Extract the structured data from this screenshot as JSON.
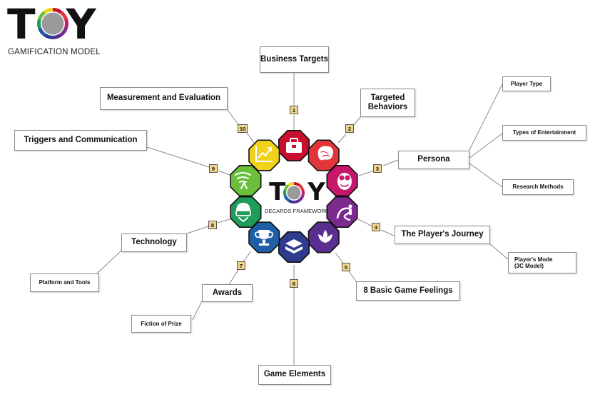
{
  "logo": {
    "letter_t": "T",
    "letter_y": "Y",
    "subtitle": "GAMIFICATION MODEL"
  },
  "center": {
    "letter_t": "T",
    "letter_y": "Y",
    "subtitle": "DECARDS FRAMEWORK"
  },
  "segments": [
    {
      "number": "1",
      "label": "Business Targets",
      "color": "#c8102e",
      "icon": "briefcase-icon"
    },
    {
      "number": "2",
      "label": "Targeted Behaviors",
      "color": "#e2343b",
      "icon": "brain-icon"
    },
    {
      "number": "3",
      "label": "Persona",
      "color": "#c6176a",
      "icon": "persona-face-icon"
    },
    {
      "number": "4",
      "label": "The Player's Journey",
      "color": "#7b2a8e",
      "icon": "journey-path-icon"
    },
    {
      "number": "5",
      "label": "8 Basic Game Feelings",
      "color": "#5a2d91",
      "icon": "lotus-icon"
    },
    {
      "number": "6",
      "label": "Game Elements",
      "color": "#2e3b8f",
      "icon": "stacked-blocks-icon"
    },
    {
      "number": "7",
      "label": "Awards",
      "color": "#1f5fa8",
      "icon": "trophy-icon"
    },
    {
      "number": "8",
      "label": "Technology",
      "color": "#1f9b5a",
      "icon": "vr-headset-icon"
    },
    {
      "number": "9",
      "label": "Triggers and Communication",
      "color": "#6cbf3a",
      "icon": "signal-icon"
    },
    {
      "number": "10",
      "label": "Measurement and Evaluation",
      "color": "#f0d21c",
      "icon": "growth-chart-icon"
    }
  ],
  "sub_items": {
    "persona": [
      "Player Type",
      "Types of Entertainment",
      "Research Methods"
    ],
    "journey": [
      "Player's Mode",
      "(3C Model)"
    ],
    "technology": [
      "Platform and Tools"
    ],
    "awards": [
      "Fiction of Prize"
    ]
  },
  "ring_colors": [
    "#c8102e",
    "#e2343b",
    "#c6176a",
    "#7b2a8e",
    "#5a2d91",
    "#2e3b8f",
    "#1f5fa8",
    "#1f9b5a",
    "#6cbf3a",
    "#f0d21c"
  ]
}
